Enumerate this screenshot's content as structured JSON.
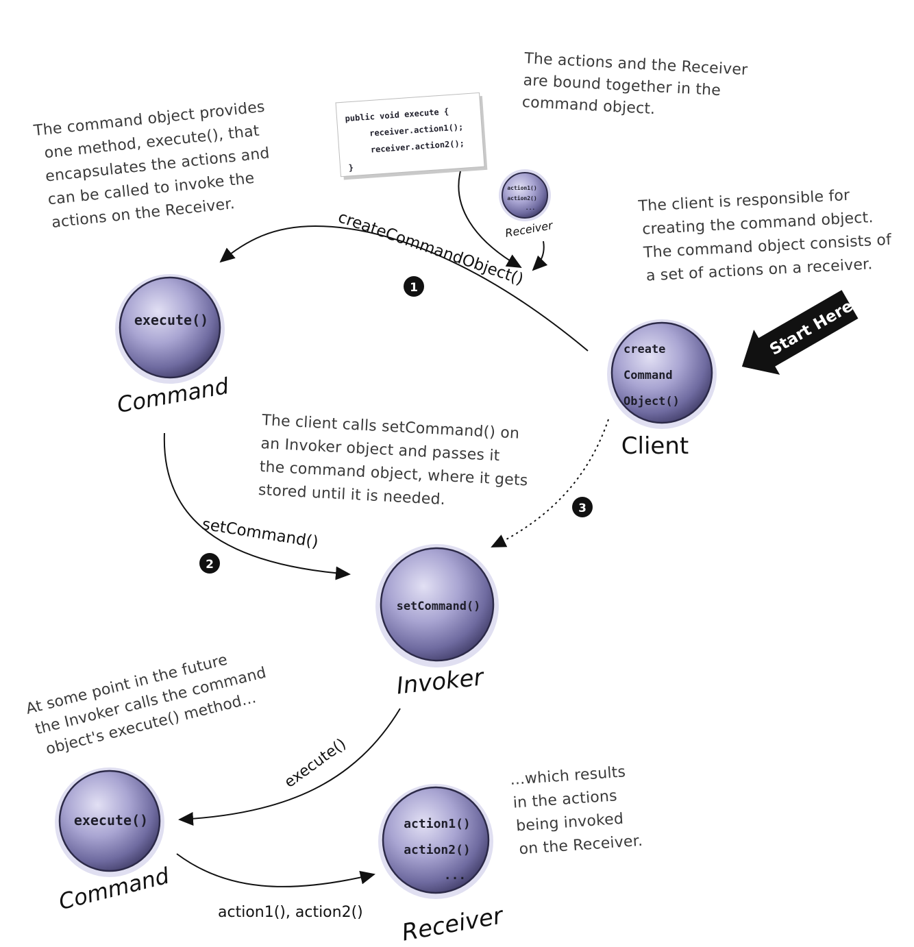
{
  "notes": {
    "command_note": [
      "The command object provides",
      "one method, execute(), that",
      "encapsulates the actions and",
      "can be called to invoke the",
      "actions on the Receiver."
    ],
    "bound_note": [
      "The actions and the Receiver",
      "are bound together in the",
      "command object."
    ],
    "client_note": [
      "The client is responsible for",
      "creating the command object.",
      "The command object consists of",
      "a set of actions on a receiver."
    ],
    "setcommand_note": [
      "The client calls setCommand() on",
      "an Invoker object and passes it",
      "the command object, where it gets",
      "stored until it is needed."
    ],
    "future_note": [
      "At some point in the future",
      "the Invoker calls the command",
      "object's execute() method..."
    ],
    "results_note": [
      "...which results",
      "in the actions",
      "being invoked",
      "on the Receiver."
    ]
  },
  "code_card": {
    "lines": [
      "public void execute {",
      "receiver.action1();",
      "receiver.action2();",
      "}"
    ]
  },
  "small_receiver": {
    "methods": [
      "action1()",
      "action2()",
      "..."
    ],
    "label": "Receiver"
  },
  "nodes": {
    "command_top": {
      "method": "execute()",
      "label": "Command"
    },
    "client": {
      "methods": [
        "create",
        "Command",
        "Object()"
      ],
      "label": "Client"
    },
    "invoker": {
      "method": "setCommand()",
      "label": "Invoker"
    },
    "command_bottom": {
      "method": "execute()",
      "label": "Command"
    },
    "receiver": {
      "methods": [
        "action1()",
        "action2()",
        "..."
      ],
      "label": "Receiver"
    }
  },
  "edges": {
    "create": {
      "label": "createCommandObject()",
      "step": "1"
    },
    "set": {
      "label": "setCommand()",
      "step": "2"
    },
    "dotted": {
      "step": "3"
    },
    "execute": {
      "label": "execute()"
    },
    "actions": {
      "label": "action1(), action2()"
    }
  },
  "start_here": "Start Here",
  "colors": {
    "orb_light": "#d3d0ec",
    "orb_mid": "#8a86b8",
    "orb_dark": "#4e4a7c",
    "orb_edge": "#2c2a48"
  }
}
